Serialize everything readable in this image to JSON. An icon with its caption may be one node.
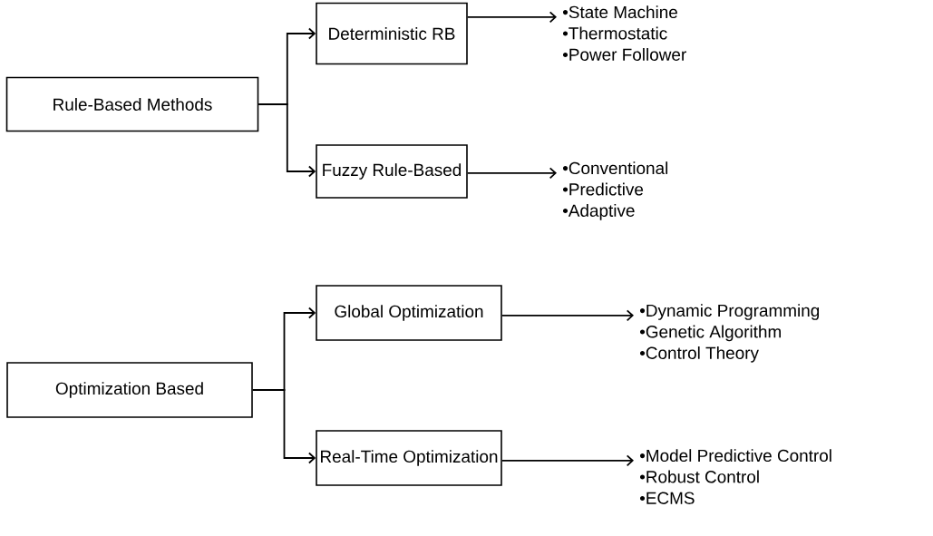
{
  "diagram": {
    "nodes": [
      {
        "text": [
          "Rule-Based Methods"
        ]
      },
      {
        "text": [
          "Deterministic RB"
        ]
      },
      {
        "text": [
          "Fuzzy Rule-Based"
        ]
      },
      {
        "text": [
          "•State Machine",
          "•Thermostatic",
          "•Power Follower"
        ]
      },
      {
        "text": [
          "•Conventional",
          "•Predictive",
          "•Adaptive"
        ]
      },
      {
        "text": [
          "Optimization Based"
        ]
      },
      {
        "text": [
          "Global Optimization"
        ]
      },
      {
        "text": [
          "Real-Time Optimization"
        ]
      },
      {
        "text": [
          "•Dynamic Programming",
          "•Genetic Algorithm",
          "•Control Theory"
        ]
      },
      {
        "text": [
          "•Model Predictive Control",
          "•Robust Control",
          "•ECMS"
        ]
      }
    ],
    "edges": [
      {
        "from": 0,
        "to": 1,
        "arrow": "to"
      },
      {
        "from": 0,
        "to": 2,
        "arrow": "to"
      },
      {
        "from": 1,
        "to": 3,
        "arrow": "to"
      },
      {
        "from": 2,
        "to": 4,
        "arrow": "to"
      },
      {
        "from": 5,
        "to": 6,
        "arrow": "to"
      },
      {
        "from": 5,
        "to": 7,
        "arrow": "to"
      },
      {
        "from": 6,
        "to": 8,
        "arrow": "to"
      },
      {
        "from": 7,
        "to": 9,
        "arrow": "to"
      }
    ]
  }
}
